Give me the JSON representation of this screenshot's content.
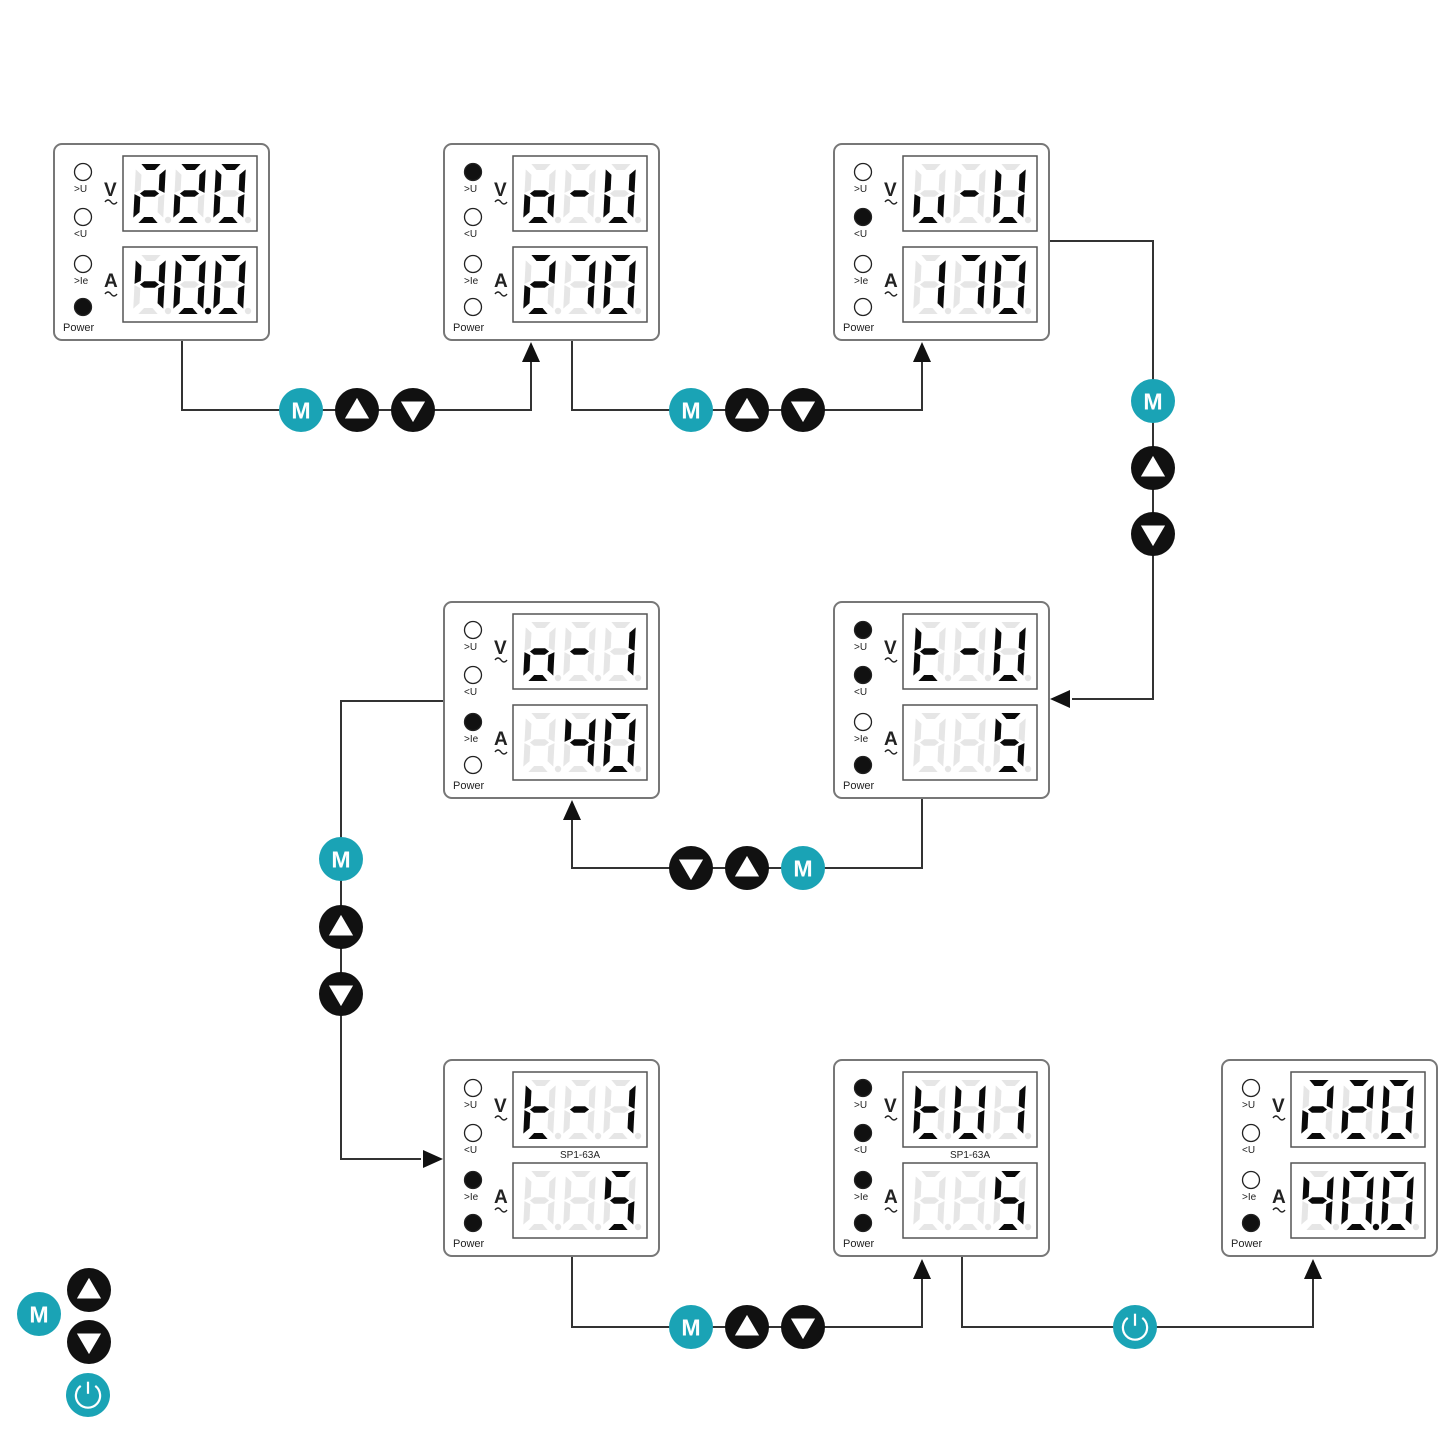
{
  "labels": {
    "over_u": ">U",
    "under_u": "<U",
    "over_ie": ">Ie",
    "power": "Power",
    "volt": "V",
    "amp": "A",
    "model": "SP1-63A"
  },
  "buttons": {
    "mode": "M"
  },
  "colors": {
    "teal": "#1aa3b5",
    "black": "#111111",
    "line": "#333333",
    "dim_segment": "#e6e6e6",
    "lit_segment": "#0a0a0a"
  },
  "icons": [
    "mode-button",
    "up-arrow-button",
    "down-arrow-button",
    "power-button"
  ],
  "devices": [
    {
      "id": "run",
      "top": "220",
      "bottom": "40.0",
      "top_blank_lead": 0,
      "bottom_blank_lead": 0,
      "leds": [
        false,
        false,
        false,
        true
      ],
      "show_model": false
    },
    {
      "id": "over-voltage",
      "top": "o-U",
      "bottom": "270",
      "leds": [
        true,
        false,
        false,
        false
      ],
      "show_model": false
    },
    {
      "id": "under-voltage",
      "top": "u-U",
      "bottom": "170",
      "leds": [
        false,
        true,
        false,
        false
      ],
      "show_model": false
    },
    {
      "id": "voltage-delay",
      "top": "t-U",
      "bottom": "5",
      "leds": [
        true,
        true,
        false,
        true
      ],
      "show_model": false
    },
    {
      "id": "over-current",
      "top": "o-I",
      "bottom": "40",
      "leds": [
        false,
        false,
        true,
        false
      ],
      "show_model": false
    },
    {
      "id": "current-delay",
      "top": "t-I",
      "bottom": "5",
      "leds": [
        false,
        false,
        true,
        true
      ],
      "show_model": true
    },
    {
      "id": "reset-delay",
      "top": "tUI",
      "bottom": "5",
      "leds": [
        true,
        true,
        true,
        true
      ],
      "show_model": true
    },
    {
      "id": "run-return",
      "top": "220",
      "bottom": "40.0",
      "leds": [
        false,
        false,
        false,
        true
      ],
      "show_model": false
    }
  ],
  "steps": [
    {
      "from": "run",
      "to": "over-voltage",
      "keys": [
        "M",
        "up",
        "down"
      ]
    },
    {
      "from": "over-voltage",
      "to": "under-voltage",
      "keys": [
        "M",
        "up",
        "down"
      ]
    },
    {
      "from": "under-voltage",
      "to": "voltage-delay",
      "keys": [
        "M",
        "up",
        "down"
      ]
    },
    {
      "from": "voltage-delay",
      "to": "over-current",
      "keys": [
        "down",
        "up",
        "M"
      ]
    },
    {
      "from": "over-current",
      "to": "current-delay",
      "keys": [
        "M",
        "up",
        "down"
      ]
    },
    {
      "from": "current-delay",
      "to": "reset-delay",
      "keys": [
        "M",
        "up",
        "down"
      ]
    },
    {
      "from": "reset-delay",
      "to": "run-return",
      "keys": [
        "power"
      ]
    }
  ],
  "legend": [
    "M",
    "up",
    "down",
    "power"
  ]
}
